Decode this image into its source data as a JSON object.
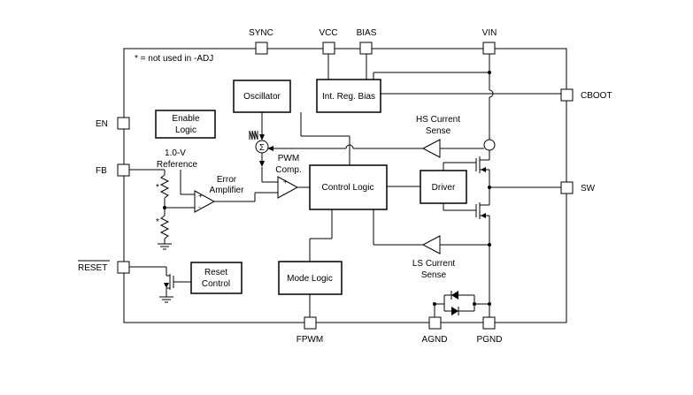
{
  "note": "* = not used in -ADJ",
  "pins": {
    "sync": "SYNC",
    "vcc": "VCC",
    "bias": "BIAS",
    "vin": "VIN",
    "cboot": "CBOOT",
    "sw": "SW",
    "en": "EN",
    "fb": "FB",
    "reset": "RESET",
    "fpwm": "FPWM",
    "agnd": "AGND",
    "pgnd": "PGND"
  },
  "blocks": {
    "oscillator": "Oscillator",
    "int_reg_bias": "Int. Reg. Bias",
    "enable_logic": [
      "Enable",
      "Logic"
    ],
    "control_logic": "Control Logic",
    "driver": "Driver",
    "reset_control": [
      "Reset",
      "Control"
    ],
    "mode_logic": "Mode Logic"
  },
  "labels": {
    "reference": [
      "1.0-V",
      "Reference"
    ],
    "error_amp": [
      "Error",
      "Amplifier"
    ],
    "pwm_comp": [
      "PWM",
      "Comp."
    ],
    "hs_sense": [
      "HS Current",
      "Sense"
    ],
    "ls_sense": [
      "LS Current",
      "Sense"
    ],
    "sigma": "Σ",
    "asterisk": "*"
  }
}
